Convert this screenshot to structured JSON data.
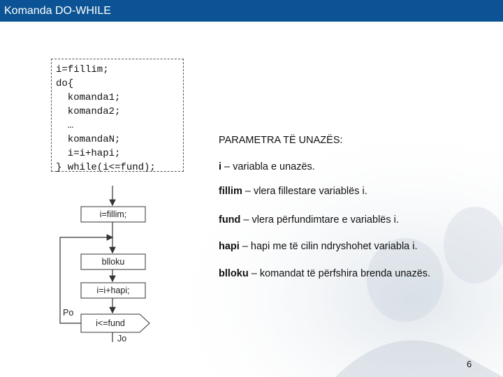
{
  "slide": {
    "title": "Komanda DO-WHILE",
    "page_number": "6"
  },
  "code": [
    "i=fillim;",
    "do{",
    "  komanda1;",
    "  komanda2;",
    "  …",
    "  komandaN;",
    "  i=i+hapi;",
    "} while(i<=fund);"
  ],
  "flowchart": {
    "init": "i=fillim;",
    "body": "blloku",
    "step": "i=i+hapi;",
    "condition": "i<=fund",
    "yes_label": "Po",
    "no_label": "Jo"
  },
  "params": {
    "heading": "PARAMETRA TË UNAZËS:",
    "items": [
      {
        "term": "i",
        "desc": " – variabla e unazës."
      },
      {
        "term": "fillim",
        "desc": " – vlera fillestare variablës i."
      },
      {
        "term": "fund",
        "desc": " – vlera përfundimtare e variablës i."
      },
      {
        "term": "hapi",
        "desc": " – hapi me të cilin ndryshohet variabla i."
      },
      {
        "term": "blloku",
        "desc": " – komandat të përfshira brenda unazës."
      }
    ]
  },
  "colors": {
    "title_bar": "#0b5394",
    "title_text": "#ffffff"
  }
}
